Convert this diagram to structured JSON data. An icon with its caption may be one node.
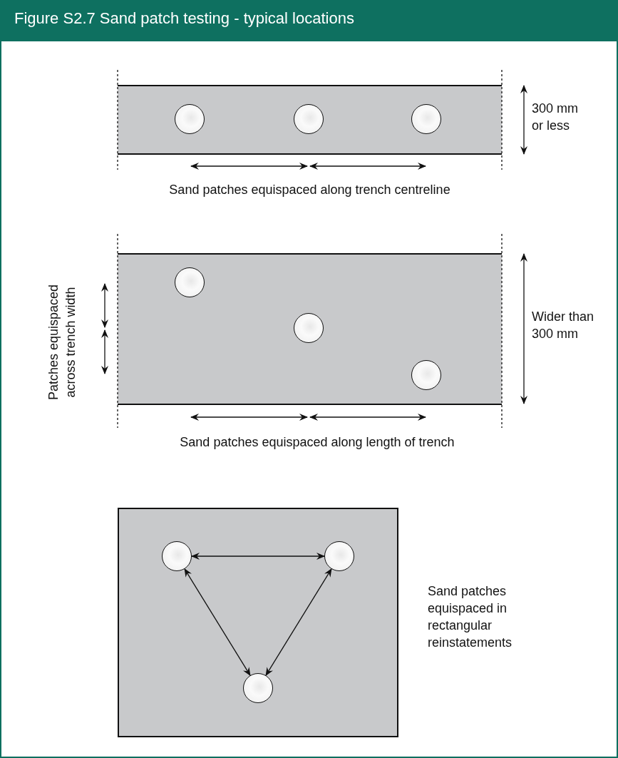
{
  "diagram": {
    "title": "Figure S2.7 Sand patch testing - typical locations",
    "nodes": [
      {
        "text": [],
        "shape": "box"
      },
      {
        "text": [],
        "shape": "circle",
        "in": 0
      },
      {
        "text": [],
        "shape": "circle",
        "in": 0
      },
      {
        "text": [],
        "shape": "circle",
        "in": 0
      },
      {
        "text": [],
        "shape": "box"
      },
      {
        "text": [],
        "shape": "circle",
        "in": 4
      },
      {
        "text": [],
        "shape": "circle",
        "in": 4
      },
      {
        "text": [],
        "shape": "circle",
        "in": 4
      },
      {
        "text": [],
        "shape": "box"
      },
      {
        "text": [],
        "shape": "circle",
        "in": 8
      },
      {
        "text": [],
        "shape": "circle",
        "in": 8
      },
      {
        "text": [],
        "shape": "circle",
        "in": 8
      }
    ],
    "edges": [
      {
        "from": 9,
        "to": 10,
        "arrow": "both"
      },
      {
        "from": 10,
        "to": 11,
        "arrow": "both"
      },
      {
        "from": 11,
        "to": 9,
        "arrow": "both"
      }
    ],
    "labels": [
      "300 mm or less",
      "Sand patches equispaced along trench centreline",
      "Patches equispaced across trench width",
      "Wider than 300 mm",
      "Sand patches equispaced along length of trench",
      "Sand patches equispaced in rectangular reinstatements"
    ]
  }
}
